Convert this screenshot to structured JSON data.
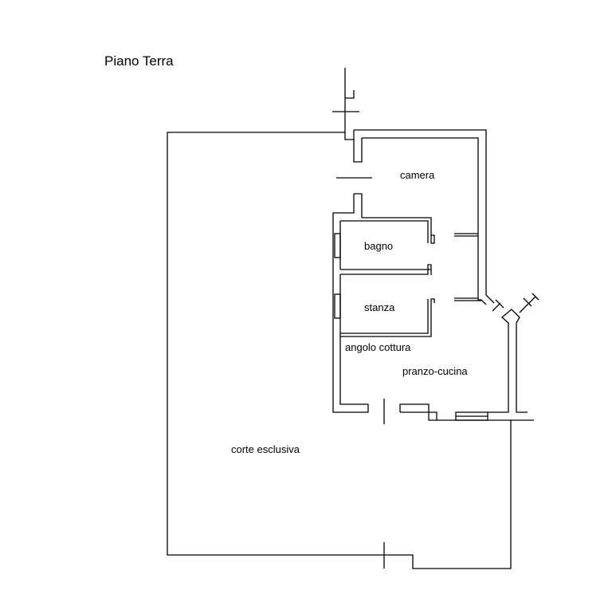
{
  "title": "Piano Terra",
  "rooms": {
    "camera": "camera",
    "bagno": "bagno",
    "stanza": "stanza",
    "angolo_cottura": "angolo cottura",
    "pranzo_cucina": "pranzo-cucina",
    "corte": "corte esclusiva"
  },
  "colors": {
    "line": "#000000",
    "background": "#ffffff"
  }
}
